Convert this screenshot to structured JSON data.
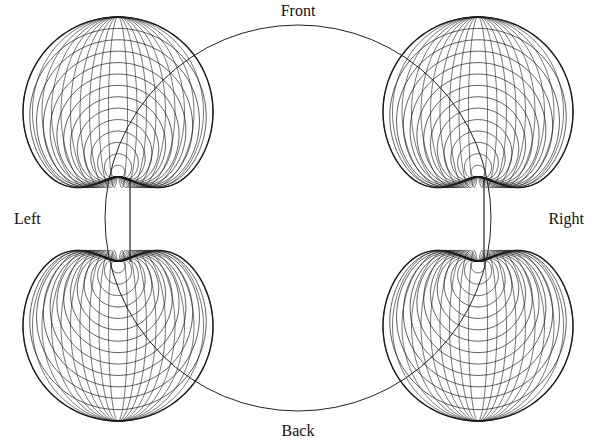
{
  "diagram": {
    "labels": [
      "Front",
      "Left",
      "Right",
      "Back"
    ]
  }
}
